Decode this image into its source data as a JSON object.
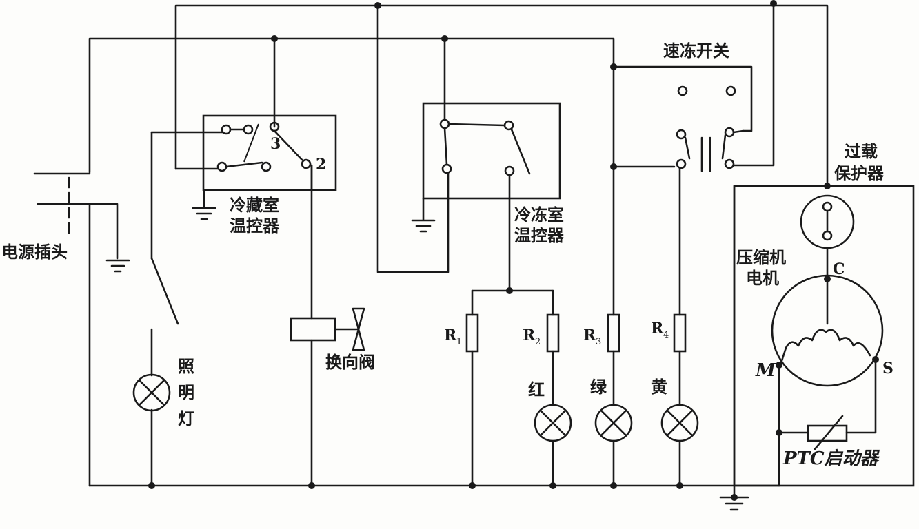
{
  "labels": {
    "power_plug": "电源插头",
    "fridge_thermostat_line1": "冷藏室",
    "fridge_thermostat_line2": "温控器",
    "terminal_3": "3",
    "terminal_2": "2",
    "freezer_thermostat_line1": "冷冻室",
    "freezer_thermostat_line2": "温控器",
    "quick_freeze_switch": "速冻开关",
    "overload_line1": "过载",
    "overload_line2": "保护器",
    "compressor_line1": "压缩机",
    "compressor_line2": "电机",
    "terminal_c": "C",
    "terminal_m": "M",
    "terminal_s": "S",
    "ptc_starter": "PTC启动器",
    "lamp_char1": "照",
    "lamp_char2": "明",
    "lamp_char3": "灯",
    "reversing_valve": "换向阀",
    "r1": "R",
    "r1_sub": "1",
    "r2": "R",
    "r2_sub": "2",
    "r3": "R",
    "r3_sub": "3",
    "r4": "R",
    "r4_sub": "4",
    "red": "红",
    "green": "绿",
    "yellow": "黄"
  }
}
